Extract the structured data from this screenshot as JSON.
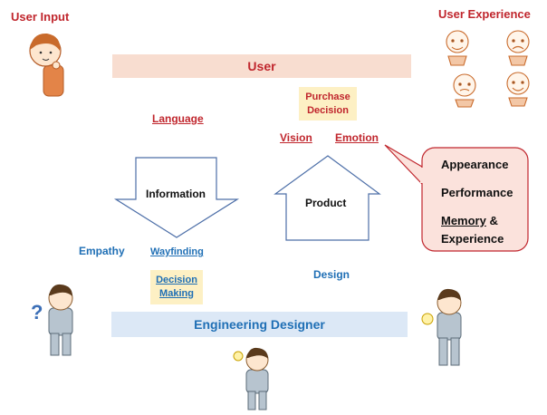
{
  "corner_labels": {
    "user_input": "User Input",
    "user_experience": "User Experience"
  },
  "bands": {
    "user": "User",
    "engineering_designer": "Engineering Designer"
  },
  "purchase_decision": [
    "Purchase",
    "Decision"
  ],
  "terms": {
    "language": "Language",
    "vision": "Vision",
    "emotion": "Emotion",
    "empathy": "Empathy",
    "wayfinding": "Wayfinding",
    "design": "Design"
  },
  "decision_making": [
    "Decision",
    "Making"
  ],
  "arrows": {
    "information": "Information",
    "product": "Product"
  },
  "callout": {
    "appearance": "Appearance",
    "performance": "Performance",
    "memory": "Memory",
    "amp": " &",
    "experience": "Experience"
  },
  "colors": {
    "red": "#c0262d",
    "blue": "#1f6fb5",
    "user_band": "#f8ddd0",
    "designer_band": "#dce8f6",
    "note": "#fdf0c4"
  }
}
